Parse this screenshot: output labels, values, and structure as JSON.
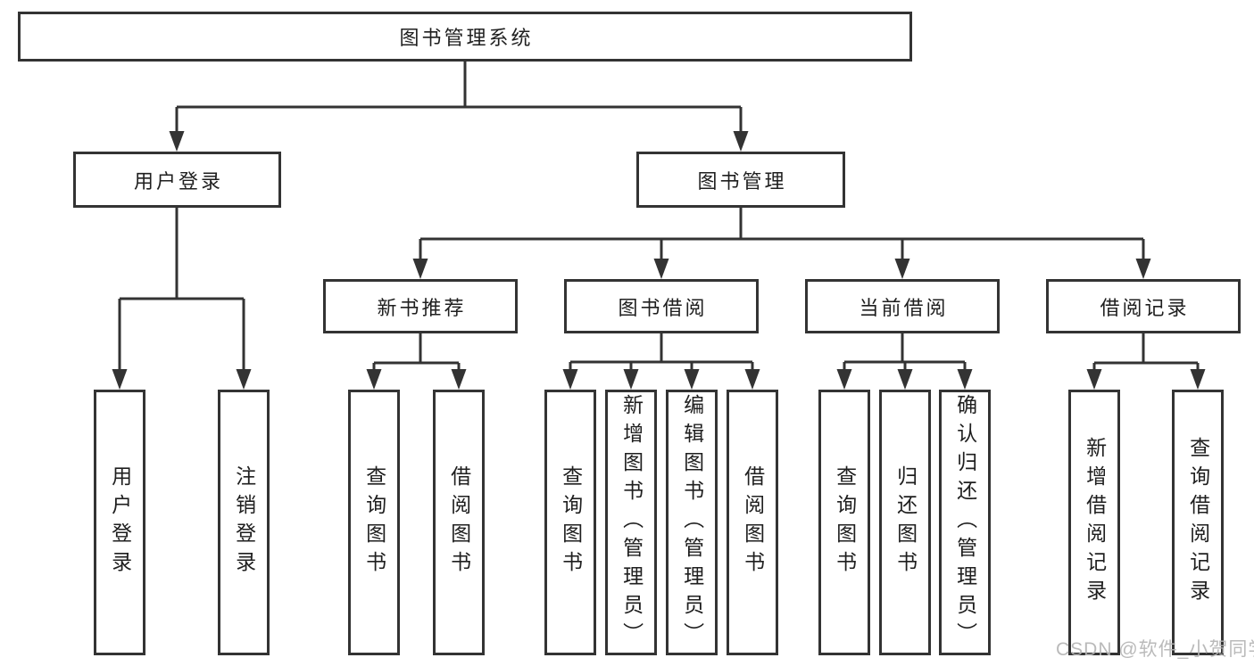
{
  "diagram_title": "图书管理系统",
  "root": {
    "label": "图书管理系统"
  },
  "level2": [
    {
      "label": "用户登录"
    },
    {
      "label": "图书管理"
    }
  ],
  "level3": [
    {
      "label": "新书推荐"
    },
    {
      "label": "图书借阅"
    },
    {
      "label": "当前借阅"
    },
    {
      "label": "借阅记录"
    }
  ],
  "leaves": {
    "user_login": [
      {
        "label": "用户登录"
      },
      {
        "label": "注销登录"
      }
    ],
    "new_book_recommendation": [
      {
        "label": "查询图书"
      },
      {
        "label": "借阅图书"
      }
    ],
    "book_borrowing": [
      {
        "label": "查询图书"
      },
      {
        "label": "新增图书（管理员）"
      },
      {
        "label": "编辑图书（管理员）"
      },
      {
        "label": "借阅图书"
      }
    ],
    "current_borrowing": [
      {
        "label": "查询图书"
      },
      {
        "label": "归还图书"
      },
      {
        "label": "确认归还（管理员）"
      }
    ],
    "borrowing_records": [
      {
        "label": "新增借阅记录"
      },
      {
        "label": "查询借阅记录"
      }
    ]
  },
  "watermark": "CSDN @软件_小贺同学",
  "colors": {
    "line": "#333333",
    "text": "#1f1f1f",
    "box_background": "#ffffff",
    "watermark": "#b5b5b5"
  }
}
